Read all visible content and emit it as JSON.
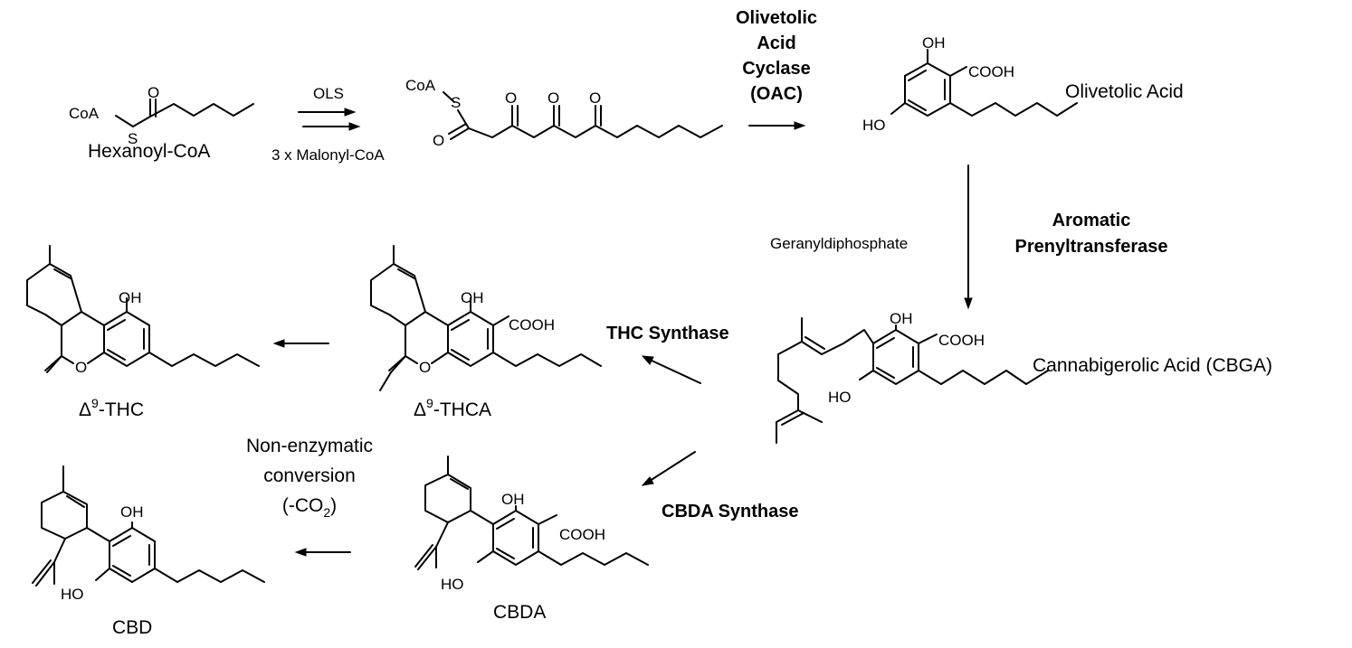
{
  "compounds": {
    "hexanoyl_coa": "Hexanoyl-CoA",
    "olivetolic_acid": "Olivetolic Acid",
    "cbga": "Cannabigerolic Acid (CBGA)",
    "thca_prefix": "Δ",
    "thca_sup": "9",
    "thca_suffix": "-THCA",
    "thc_prefix": "Δ",
    "thc_sup": "9",
    "thc_suffix": "-THC",
    "cbda": "CBDA",
    "cbd": "CBD"
  },
  "conditions": {
    "ols": "OLS",
    "malonyl": "3 x Malonyl-CoA",
    "geranyl": "Geranyldiphosphate",
    "nonenz_line1": "Non-enzymatic",
    "nonenz_line2": "conversion",
    "nonenz_line3_prefix": "(-CO",
    "nonenz_line3_sub": "2",
    "nonenz_line3_suffix": ")"
  },
  "enzymes": {
    "oac_line1": "Olivetolic",
    "oac_line2": "Acid",
    "oac_line3": "Cyclase",
    "oac_line4": "(OAC)",
    "apt_line1": "Aromatic",
    "apt_line2": "Prenyltransferase",
    "thc_synthase": "THC Synthase",
    "cbda_synthase": "CBDA Synthase"
  },
  "atoms": {
    "coa": "CoA",
    "s": "S",
    "o": "O",
    "oh": "OH",
    "ho": "HO",
    "cooh": "COOH"
  }
}
